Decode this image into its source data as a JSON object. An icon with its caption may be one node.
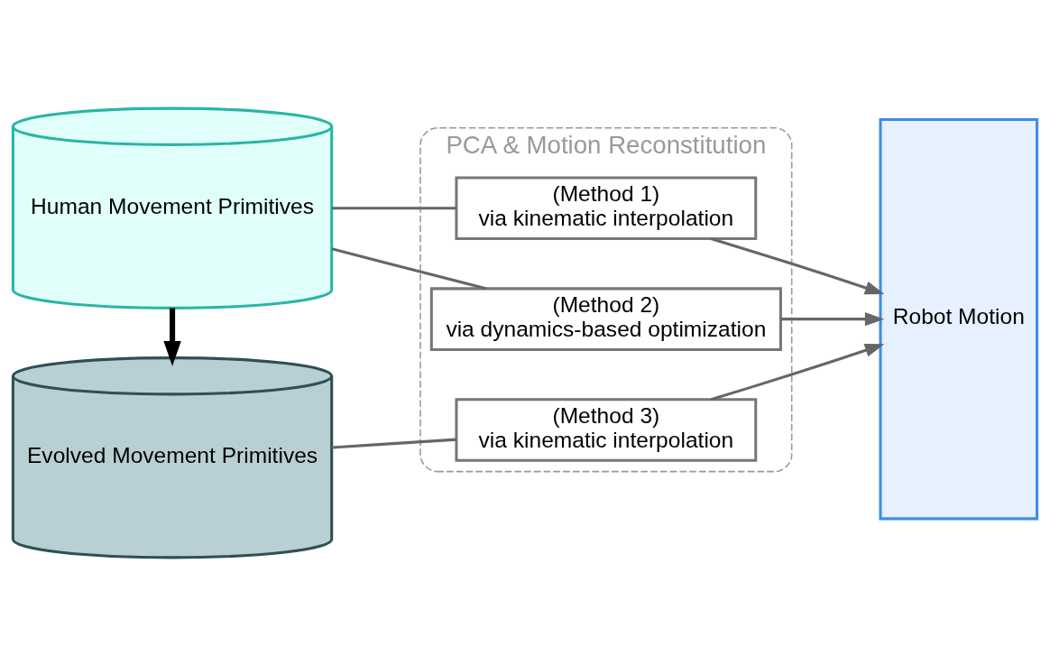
{
  "diagram": {
    "nodes": [
      {
        "text": [
          "PCA & Motion Reconstitution"
        ]
      },
      {
        "text": [
          "Human Movement Primitives"
        ]
      },
      {
        "text": [
          "Evolved Movement Primitives"
        ]
      },
      {
        "text": [
          "(Method 1)",
          "via kinematic interpolation"
        ],
        "in": 0
      },
      {
        "text": [
          "(Method 2)",
          "via dynamics-based optimization"
        ],
        "in": 0
      },
      {
        "text": [
          "(Method 3)",
          "via kinematic interpolation"
        ],
        "in": 0
      },
      {
        "text": [
          "Robot Motion"
        ]
      }
    ],
    "edges": [
      {
        "from": 1,
        "to": 3,
        "arrow": "none"
      },
      {
        "from": 1,
        "to": 4,
        "arrow": "none"
      },
      {
        "from": 1,
        "to": 2,
        "arrow": "to",
        "style": "thick",
        "color": "#000000"
      },
      {
        "from": 2,
        "to": 5,
        "arrow": "none"
      },
      {
        "from": 3,
        "to": 6,
        "arrow": "to"
      },
      {
        "from": 4,
        "to": 6,
        "arrow": "to"
      },
      {
        "from": 5,
        "to": 6,
        "arrow": "to"
      }
    ]
  }
}
